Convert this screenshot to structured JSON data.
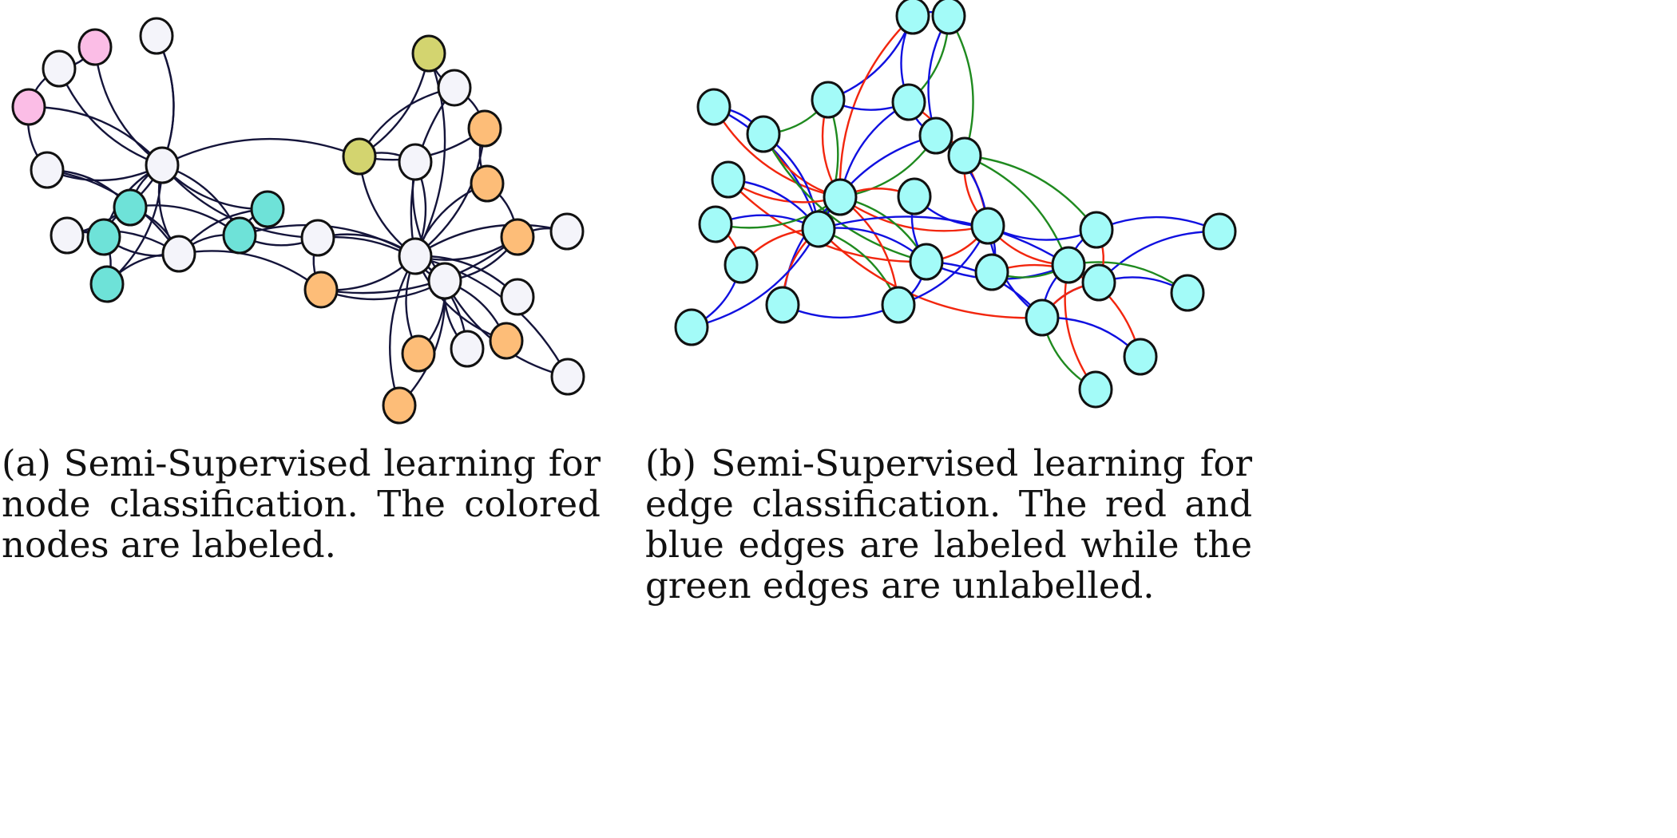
{
  "figure_a": {
    "caption_lines": [
      "(a) Semi-Supervised learning for",
      "node classification. The colored",
      "nodes are labeled."
    ],
    "edge_color": "#14143a",
    "node_colors": {
      "w": "#f4f4fa",
      "p": "#fbbde6",
      "t": "#6ee2d8",
      "o": "#fdbd78",
      "y": "#d3d46f"
    },
    "nodes": [
      "p",
      "w",
      "w",
      "p",
      "w",
      "w",
      "t",
      "t",
      "w",
      "t",
      "t",
      "w",
      "t",
      "w",
      "o",
      "y",
      "w",
      "o",
      "y",
      "w",
      "o",
      "w",
      "o",
      "w",
      "w",
      "w",
      "o",
      "w",
      "o",
      "w",
      "o"
    ],
    "edges": [
      [
        4,
        0
      ],
      [
        4,
        1
      ],
      [
        4,
        2
      ],
      [
        4,
        3
      ],
      [
        4,
        5
      ],
      [
        4,
        6
      ],
      [
        4,
        8
      ],
      [
        4,
        9
      ],
      [
        4,
        10
      ],
      [
        4,
        11
      ],
      [
        4,
        12
      ],
      [
        4,
        13
      ],
      [
        4,
        18
      ],
      [
        4,
        7
      ],
      [
        0,
        2
      ],
      [
        2,
        3
      ],
      [
        1,
        4
      ],
      [
        3,
        5
      ],
      [
        5,
        6
      ],
      [
        11,
        6
      ],
      [
        11,
        9
      ],
      [
        11,
        8
      ],
      [
        11,
        10
      ],
      [
        11,
        12
      ],
      [
        11,
        7
      ],
      [
        10,
        6
      ],
      [
        10,
        7
      ],
      [
        10,
        13
      ],
      [
        10,
        21
      ],
      [
        21,
        13
      ],
      [
        21,
        14
      ],
      [
        21,
        15
      ],
      [
        21,
        16
      ],
      [
        21,
        17
      ],
      [
        21,
        18
      ],
      [
        21,
        19
      ],
      [
        21,
        20
      ],
      [
        21,
        22
      ],
      [
        21,
        23
      ],
      [
        21,
        24
      ],
      [
        21,
        25
      ],
      [
        21,
        26
      ],
      [
        21,
        27
      ],
      [
        21,
        28
      ],
      [
        21,
        29
      ],
      [
        21,
        30
      ],
      [
        24,
        26
      ],
      [
        24,
        27
      ],
      [
        24,
        28
      ],
      [
        24,
        29
      ],
      [
        24,
        30
      ],
      [
        24,
        22
      ],
      [
        24,
        14
      ],
      [
        18,
        15
      ],
      [
        18,
        16
      ],
      [
        18,
        17
      ],
      [
        18,
        19
      ],
      [
        15,
        16
      ],
      [
        16,
        17
      ],
      [
        17,
        20
      ],
      [
        22,
        23
      ],
      [
        13,
        14
      ],
      [
        11,
        14
      ],
      [
        9,
        8
      ],
      [
        9,
        12
      ],
      [
        6,
        9
      ],
      [
        20,
        22
      ],
      [
        19,
        24
      ],
      [
        13,
        24
      ],
      [
        14,
        22
      ],
      [
        5,
        11
      ]
    ]
  },
  "figure_b": {
    "caption_lines": [
      "(b) Semi-Supervised learning for",
      "edge classification. The red and",
      "blue edges are labeled while the",
      "green edges are unlabelled."
    ],
    "node_color": "#a3fbf8",
    "edge_colors": {
      "r": "#f2260e",
      "b": "#1010e0",
      "g": "#1f8a1f"
    },
    "edges": [
      [
        0,
        1,
        "b"
      ],
      [
        0,
        3,
        "b"
      ],
      [
        0,
        2,
        "b"
      ],
      [
        0,
        9,
        "r"
      ],
      [
        1,
        3,
        "g"
      ],
      [
        1,
        6,
        "b"
      ],
      [
        1,
        7,
        "g"
      ],
      [
        2,
        3,
        "b"
      ],
      [
        2,
        5,
        "g"
      ],
      [
        2,
        9,
        "r"
      ],
      [
        2,
        12,
        "g"
      ],
      [
        3,
        9,
        "b"
      ],
      [
        3,
        13,
        "r"
      ],
      [
        3,
        6,
        "b"
      ],
      [
        4,
        5,
        "b"
      ],
      [
        4,
        9,
        "r"
      ],
      [
        4,
        12,
        "b"
      ],
      [
        5,
        9,
        "r"
      ],
      [
        5,
        12,
        "b"
      ],
      [
        5,
        17,
        "g"
      ],
      [
        6,
        9,
        "g"
      ],
      [
        6,
        12,
        "b"
      ],
      [
        6,
        13,
        "b"
      ],
      [
        7,
        13,
        "r"
      ],
      [
        7,
        19,
        "g"
      ],
      [
        8,
        9,
        "r"
      ],
      [
        8,
        12,
        "b"
      ],
      [
        8,
        17,
        "r"
      ],
      [
        9,
        10,
        "r"
      ],
      [
        9,
        13,
        "r"
      ],
      [
        9,
        17,
        "g"
      ],
      [
        9,
        22,
        "b"
      ],
      [
        9,
        23,
        "r"
      ],
      [
        10,
        13,
        "b"
      ],
      [
        11,
        12,
        "b"
      ],
      [
        11,
        9,
        "g"
      ],
      [
        11,
        16,
        "r"
      ],
      [
        12,
        16,
        "r"
      ],
      [
        12,
        17,
        "b"
      ],
      [
        12,
        22,
        "r"
      ],
      [
        12,
        23,
        "g"
      ],
      [
        12,
        24,
        "r"
      ],
      [
        12,
        19,
        "b"
      ],
      [
        13,
        14,
        "b"
      ],
      [
        13,
        18,
        "b"
      ],
      [
        13,
        19,
        "r"
      ],
      [
        13,
        17,
        "r"
      ],
      [
        13,
        24,
        "b"
      ],
      [
        13,
        23,
        "b"
      ],
      [
        14,
        19,
        "b"
      ],
      [
        14,
        15,
        "b"
      ],
      [
        15,
        20,
        "b"
      ],
      [
        16,
        27,
        "b"
      ],
      [
        17,
        19,
        "b"
      ],
      [
        17,
        23,
        "b"
      ],
      [
        18,
        19,
        "g"
      ],
      [
        18,
        20,
        "r"
      ],
      [
        19,
        20,
        "r"
      ],
      [
        19,
        21,
        "g"
      ],
      [
        19,
        24,
        "b"
      ],
      [
        19,
        25,
        "r"
      ],
      [
        19,
        26,
        "r"
      ],
      [
        20,
        21,
        "b"
      ],
      [
        20,
        24,
        "b"
      ],
      [
        24,
        25,
        "b"
      ],
      [
        24,
        26,
        "g"
      ],
      [
        24,
        20,
        "r"
      ],
      [
        22,
        23,
        "b"
      ],
      [
        14,
        20,
        "r"
      ],
      [
        27,
        12,
        "b"
      ],
      [
        17,
        24,
        "b"
      ],
      [
        10,
        17,
        "b"
      ],
      [
        7,
        14,
        "g"
      ]
    ]
  }
}
